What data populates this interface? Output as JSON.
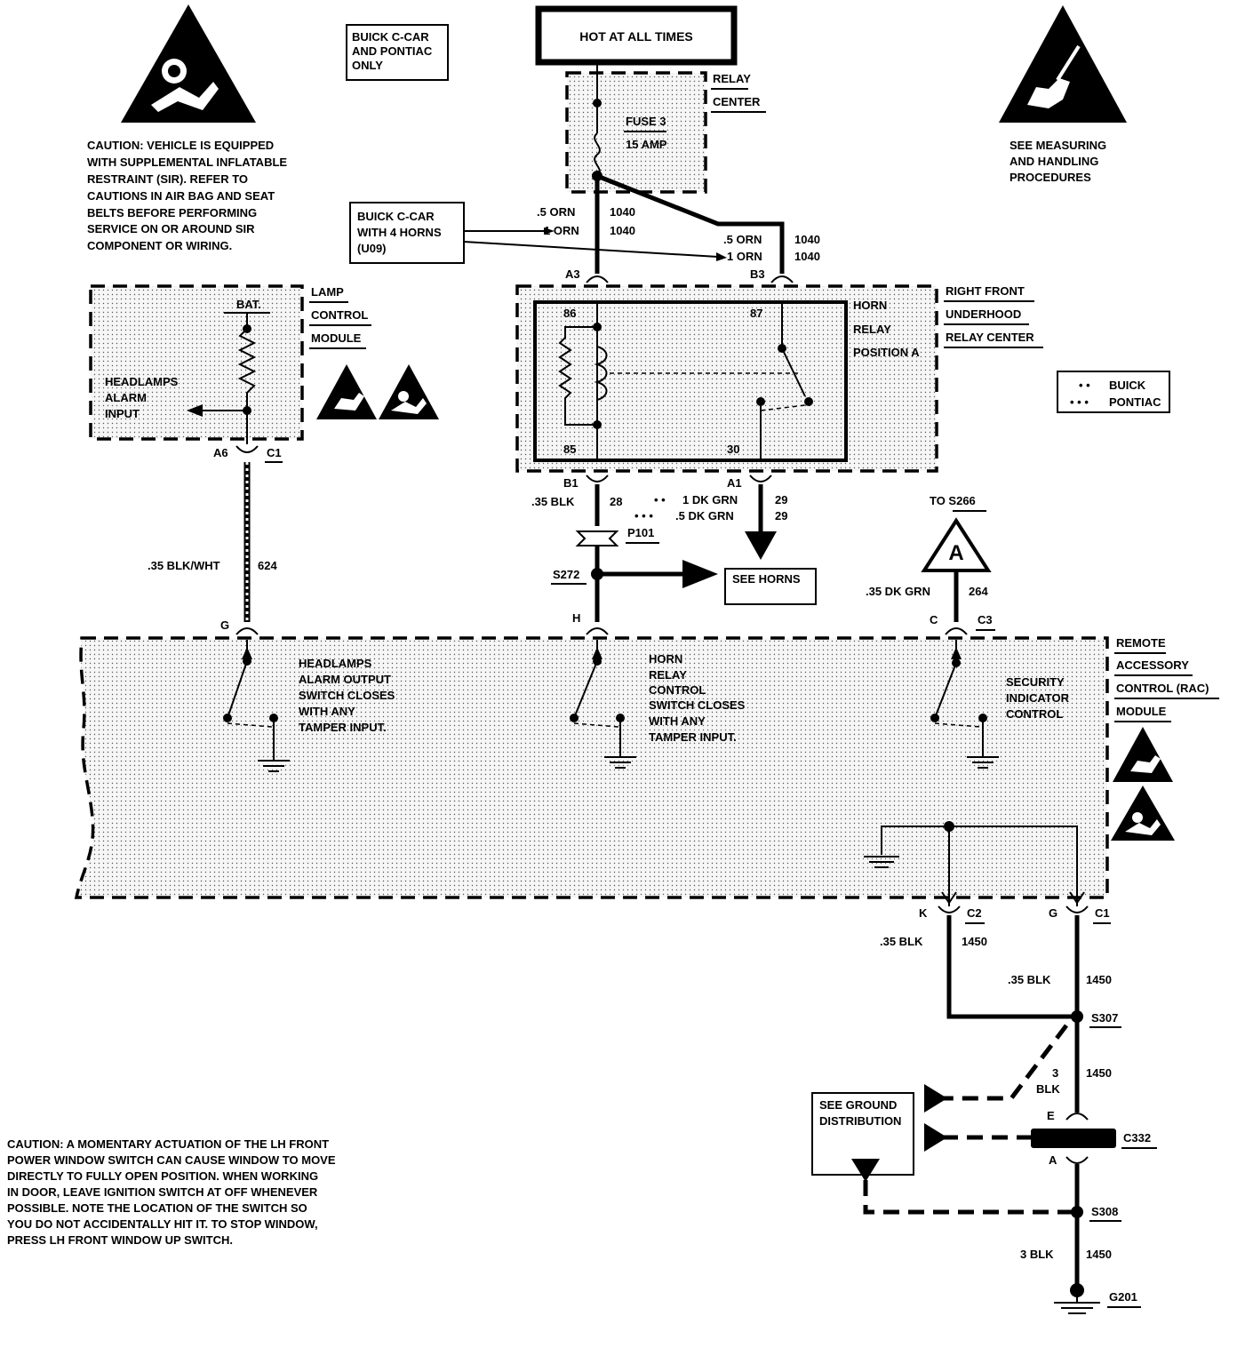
{
  "header": {
    "hot_at_all_times": "HOT AT ALL TIMES",
    "buick_c_car_pontiac_only": [
      "BUICK C-CAR",
      "AND PONTIAC",
      "ONLY"
    ]
  },
  "cautions": {
    "sir": [
      "CAUTION: VEHICLE IS EQUIPPED",
      "WITH SUPPLEMENTAL INFLATABLE",
      "RESTRAINT (SIR). REFER TO",
      "CAUTIONS IN AIR BAG AND SEAT",
      "BELTS BEFORE PERFORMING",
      "SERVICE ON OR AROUND SIR",
      "COMPONENT OR WIRING."
    ],
    "esd": [
      "SEE  MEASURING",
      "AND  HANDLING",
      "PROCEDURES"
    ],
    "window": [
      "CAUTION: A MOMENTARY ACTUATION OF THE LH FRONT",
      "POWER WINDOW SWITCH CAN CAUSE WINDOW TO MOVE",
      "DIRECTLY TO FULLY OPEN POSITION.  WHEN WORKING",
      "IN DOOR,  LEAVE IGNITION SWITCH AT OFF WHENEVER",
      "POSSIBLE.  NOTE THE LOCATION OF THE SWITCH SO",
      "YOU DO NOT ACCIDENTALLY HIT IT.  TO STOP WINDOW,",
      "PRESS LH FRONT WINDOW UP SWITCH."
    ]
  },
  "relay_center": {
    "label": [
      "RELAY",
      "CENTER"
    ],
    "fuse": [
      "FUSE 3",
      "15 AMP"
    ]
  },
  "wires_top": {
    "left_a": ".5 ORN",
    "left_a_num": "1040",
    "left_b": "1 ORN",
    "left_b_num": "1040",
    "right_a": ".5 ORN",
    "right_a_num": "1040",
    "right_b": "1 ORN",
    "right_b_num": "1040",
    "note": [
      "BUICK C-CAR",
      "WITH 4 HORNS",
      "(U09)"
    ],
    "a3": "A3",
    "b3": "B3"
  },
  "horn_relay": {
    "center_label": [
      "RIGHT FRONT",
      "UNDERHOOD",
      "RELAY CENTER"
    ],
    "relay_label": [
      "HORN",
      "RELAY",
      "POSITION A"
    ],
    "pin_86": "86",
    "pin_87": "87",
    "pin_85": "85",
    "pin_30": "30"
  },
  "legend": {
    "buick_marker": "• •",
    "buick": "BUICK",
    "pontiac_marker": "• • •",
    "pontiac": "PONTIAC"
  },
  "lamp_module": {
    "label": [
      "LAMP",
      "CONTROL",
      "MODULE"
    ],
    "bat": "BAT.",
    "input": [
      "HEADLAMPS",
      "ALARM",
      "INPUT"
    ],
    "pin": "A6",
    "conn": "C1",
    "wire": ".35 BLK/WHT",
    "wire_num": "624"
  },
  "middle_wires": {
    "b1": "B1",
    "blk": ".35  BLK",
    "blk_num": "28",
    "a1": "A1",
    "grn1_marker": "• •",
    "grn1": "1  DK  GRN",
    "grn1_num": "29",
    "grn2_marker": "• • •",
    "grn2": ".5  DK  GRN",
    "grn2_num": "29",
    "p101": "P101",
    "s272": "S272",
    "see_horns": "SEE  HORNS",
    "to_s266": "TO  S266",
    "a_marker": "A",
    "dk_grn": ".35 DK GRN",
    "dk_grn_num": "264",
    "g": "G",
    "h": "H",
    "c": "C",
    "c3": "C3"
  },
  "rac": {
    "label": [
      "REMOTE",
      "ACCESSORY",
      "CONTROL  (RAC)",
      "MODULE"
    ],
    "headlamps_switch": [
      "HEADLAMPS",
      "ALARM OUTPUT",
      "SWITCH CLOSES",
      "WITH ANY",
      "TAMPER INPUT."
    ],
    "horn_switch": [
      "HORN",
      "RELAY",
      "CONTROL",
      "SWITCH CLOSES",
      "WITH ANY",
      "TAMPER  INPUT."
    ],
    "security": [
      "SECURITY",
      "INDICATOR",
      "CONTROL"
    ]
  },
  "ground": {
    "k": "K",
    "c2": "C2",
    "g": "G",
    "c1": "C1",
    "w1": ".35  BLK",
    "w1_num": "1450",
    "w2": ".35  BLK",
    "w2_num": "1450",
    "s307": "S307",
    "w3a": "3",
    "w3b": "BLK",
    "w3_num": "1450",
    "see_ground": [
      "SEE  GROUND",
      "DISTRIBUTION"
    ],
    "e": "E",
    "a": "A",
    "c332": "C332",
    "s308": "S308",
    "w4": "3  BLK",
    "w4_num": "1450",
    "g201": "G201"
  }
}
